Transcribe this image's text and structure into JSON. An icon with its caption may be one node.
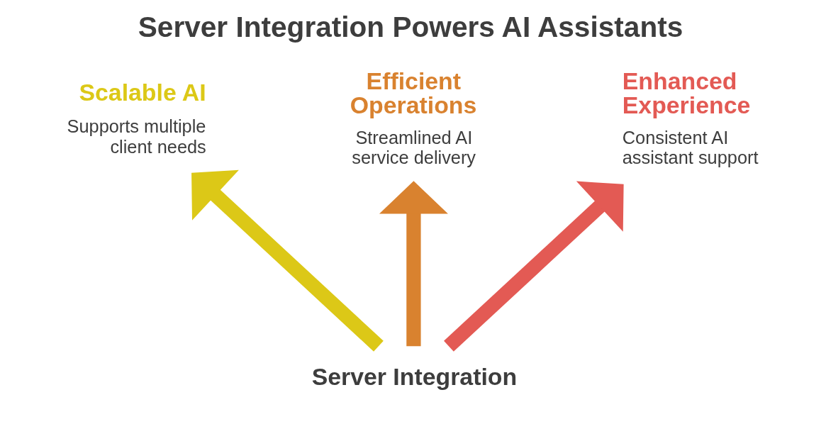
{
  "diagram": {
    "title": "Server Integration Powers AI Assistants",
    "nodes": [
      {
        "text": [
          "Server Integration"
        ]
      },
      {
        "text": [
          "Scalable AI",
          "Supports multiple client needs"
        ]
      },
      {
        "text": [
          "Efficient Operations",
          "Streamlined AI service delivery"
        ]
      },
      {
        "text": [
          "Enhanced Experience",
          "Consistent AI assistant support"
        ]
      }
    ],
    "edges": [
      {
        "from": 0,
        "to": 1,
        "arrow": "to",
        "color": "#dcc817"
      },
      {
        "from": 0,
        "to": 2,
        "arrow": "to",
        "color": "#d9822f"
      },
      {
        "from": 0,
        "to": 3,
        "arrow": "to",
        "color": "#e35a54"
      }
    ]
  }
}
